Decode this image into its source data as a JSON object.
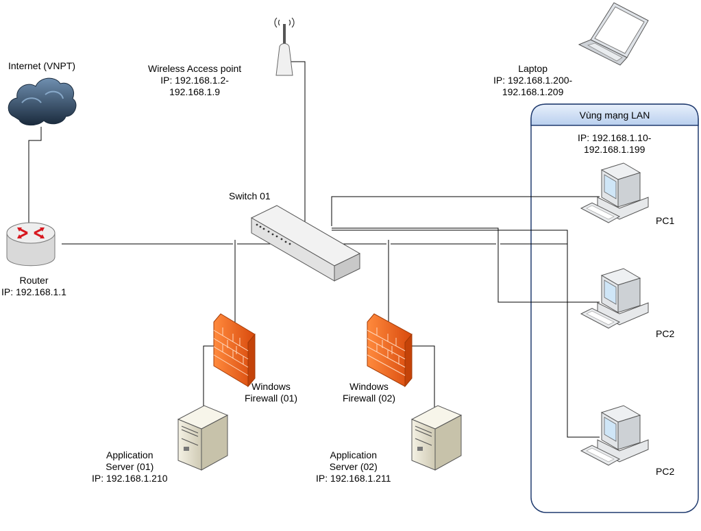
{
  "internet": {
    "label": "Internet (VNPT)"
  },
  "router": {
    "name": "Router",
    "ip": "IP: 192.168.1.1"
  },
  "access_point": {
    "name": "Wireless Access point",
    "ip": "IP: 192.168.1.2-",
    "ip_end": "192.168.1.9"
  },
  "laptop": {
    "name": "Laptop",
    "ip": "IP: 192.168.1.200-",
    "ip_end": "192.168.1.209"
  },
  "switch": {
    "name": "Switch 01"
  },
  "lan": {
    "title": "Vùng mạng LAN",
    "ip": "IP: 192.168.1.10-",
    "ip_end": "192.168.1.199"
  },
  "pcs": [
    {
      "name": "PC1"
    },
    {
      "name": "PC2"
    },
    {
      "name": "PC2"
    }
  ],
  "firewalls": [
    {
      "line1": "Windows",
      "line2": "Firewall (01)"
    },
    {
      "line1": "Windows",
      "line2": "Firewall (02)"
    }
  ],
  "servers": [
    {
      "line1": "Application",
      "line2": "Server (01)",
      "ip": "IP: 192.168.1.210"
    },
    {
      "line1": "Application",
      "line2": "Server (02)",
      "ip": "IP: 192.168.1.211"
    }
  ],
  "colors": {
    "lan_header": "#c9dcf3",
    "lan_border": "#1f3a6e",
    "firewall": "#f26522",
    "cloud": "#2b3e52"
  },
  "icons": [
    "cloud-icon",
    "router-icon",
    "access-point-icon",
    "laptop-icon",
    "switch-icon",
    "firewall-icon",
    "server-icon",
    "pc-icon"
  ]
}
